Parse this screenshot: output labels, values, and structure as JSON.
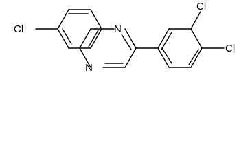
{
  "molecule": {
    "atom_labels": {
      "chloro_6": "Cl",
      "nitrogen_1": "N",
      "nitrogen_4": "N",
      "chloro_3prime": "Cl",
      "chloro_4prime": "Cl"
    }
  }
}
